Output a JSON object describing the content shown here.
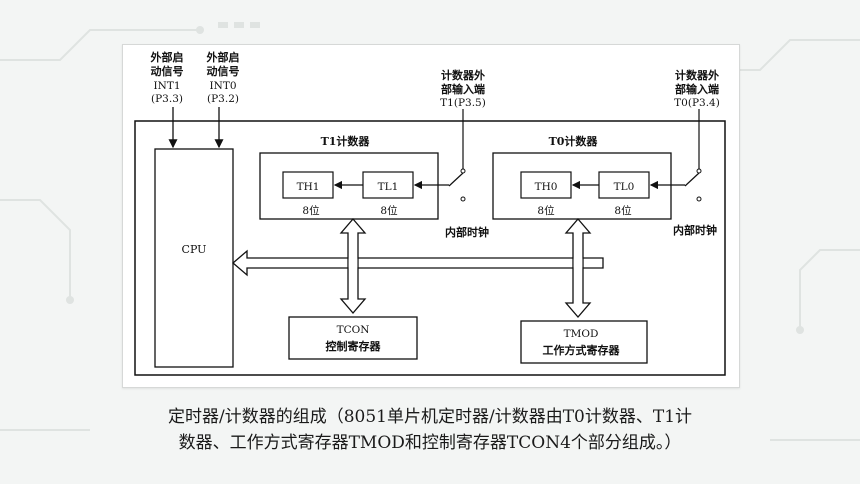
{
  "diagram": {
    "int1_label_line1": "外部启",
    "int1_label_line2": "动信号",
    "int1_label_line3": "INT1",
    "int1_label_line4": "(P3.3)",
    "int0_label_line1": "外部启",
    "int0_label_line2": "动信号",
    "int0_label_line3": "INT0",
    "int0_label_line4": "(P3.2)",
    "t1_input_line1": "计数器外",
    "t1_input_line2": "部输入端",
    "t1_input_line3": "T1(P3.5)",
    "t0_input_line1": "计数器外",
    "t0_input_line2": "部输入端",
    "t0_input_line3": "T0(P3.4)",
    "cpu_label": "CPU",
    "t1_counter_title": "T1计数器",
    "t0_counter_title": "T0计数器",
    "th1": "TH1",
    "tl1": "TL1",
    "th0": "TH0",
    "tl0": "TL0",
    "bits_th1": "8位",
    "bits_tl1": "8位",
    "bits_th0": "8位",
    "bits_tl0": "8位",
    "clock_t1": "内部时钟",
    "clock_t0": "内部时钟",
    "tcon_line1": "TCON",
    "tcon_line2": "控制寄存器",
    "tmod_line1": "TMOD",
    "tmod_line2": "工作方式寄存器"
  },
  "caption": {
    "line1": "定时器/计数器的组成（8051单片机定时器/计数器由T0计数器、T1计",
    "line2": "数器、工作方式寄存器TMOD和控制寄存器TCON4个部分组成。）"
  },
  "colors": {
    "background": "#f3f5f4",
    "decoration": "#dfe3e1",
    "line": "#111111"
  }
}
